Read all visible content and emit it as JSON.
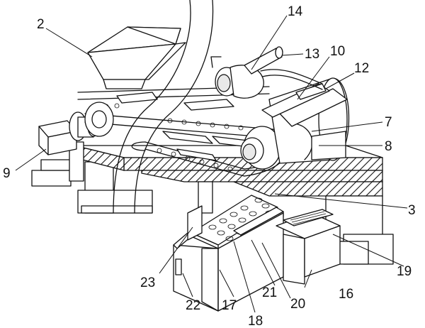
{
  "callouts": {
    "c2": "2",
    "c3": "3",
    "c7": "7",
    "c8": "8",
    "c9": "9",
    "c10": "10",
    "c12": "12",
    "c13": "13",
    "c14": "14",
    "c16": "16",
    "c17": "17",
    "c18": "18",
    "c19": "19",
    "c20": "20",
    "c21": "21",
    "c22": "22",
    "c23": "23"
  }
}
